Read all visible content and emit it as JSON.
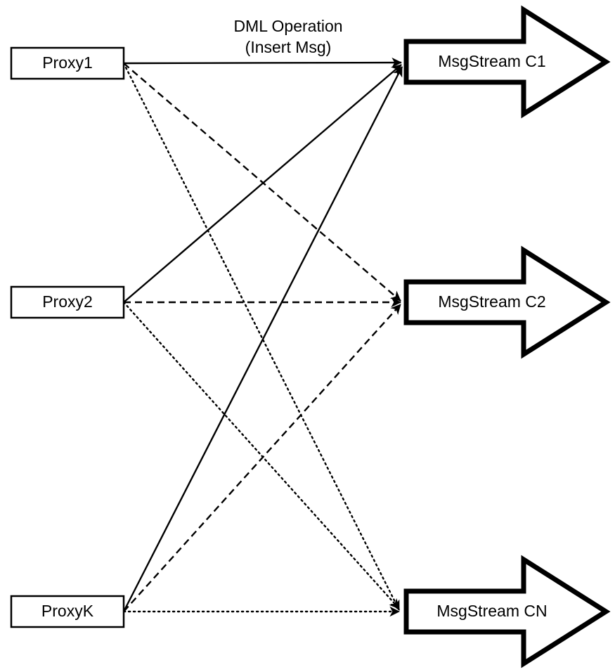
{
  "diagram": {
    "type": "dataflow-fanout",
    "title_caption": {
      "line1": "DML Operation",
      "line2": "(Insert Msg)"
    },
    "colors": {
      "stroke": "#000000",
      "fill": "#ffffff",
      "text": "#000000"
    },
    "sources": [
      {
        "id": "proxy1",
        "label": "Proxy1"
      },
      {
        "id": "proxy2",
        "label": "Proxy2"
      },
      {
        "id": "proxyk",
        "label": "ProxyK"
      }
    ],
    "targets": [
      {
        "id": "c1",
        "label": "MsgStream C1"
      },
      {
        "id": "c2",
        "label": "MsgStream C2"
      },
      {
        "id": "cn",
        "label": "MsgStream CN"
      }
    ],
    "edges": [
      {
        "from": "proxy1",
        "to": "c1",
        "style": "solid"
      },
      {
        "from": "proxy1",
        "to": "c2",
        "style": "dashed"
      },
      {
        "from": "proxy1",
        "to": "cn",
        "style": "dotted"
      },
      {
        "from": "proxy2",
        "to": "c1",
        "style": "solid"
      },
      {
        "from": "proxy2",
        "to": "c2",
        "style": "dashed"
      },
      {
        "from": "proxy2",
        "to": "cn",
        "style": "dotted"
      },
      {
        "from": "proxyk",
        "to": "c1",
        "style": "solid"
      },
      {
        "from": "proxyk",
        "to": "c2",
        "style": "dashed"
      },
      {
        "from": "proxyk",
        "to": "cn",
        "style": "dotted"
      }
    ]
  }
}
